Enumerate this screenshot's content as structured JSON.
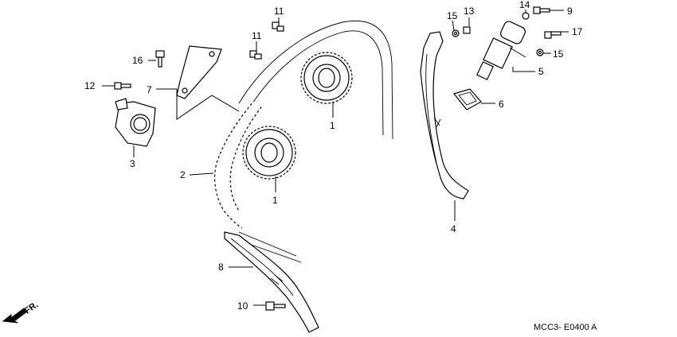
{
  "diagram": {
    "reference_code": "MCC3- E0400 A",
    "direction_label": "FR.",
    "callouts": [
      "1",
      "1",
      "2",
      "3",
      "4",
      "5",
      "6",
      "7",
      "8",
      "9",
      "10",
      "11",
      "11",
      "12",
      "13",
      "14",
      "15",
      "15",
      "16",
      "17"
    ]
  }
}
